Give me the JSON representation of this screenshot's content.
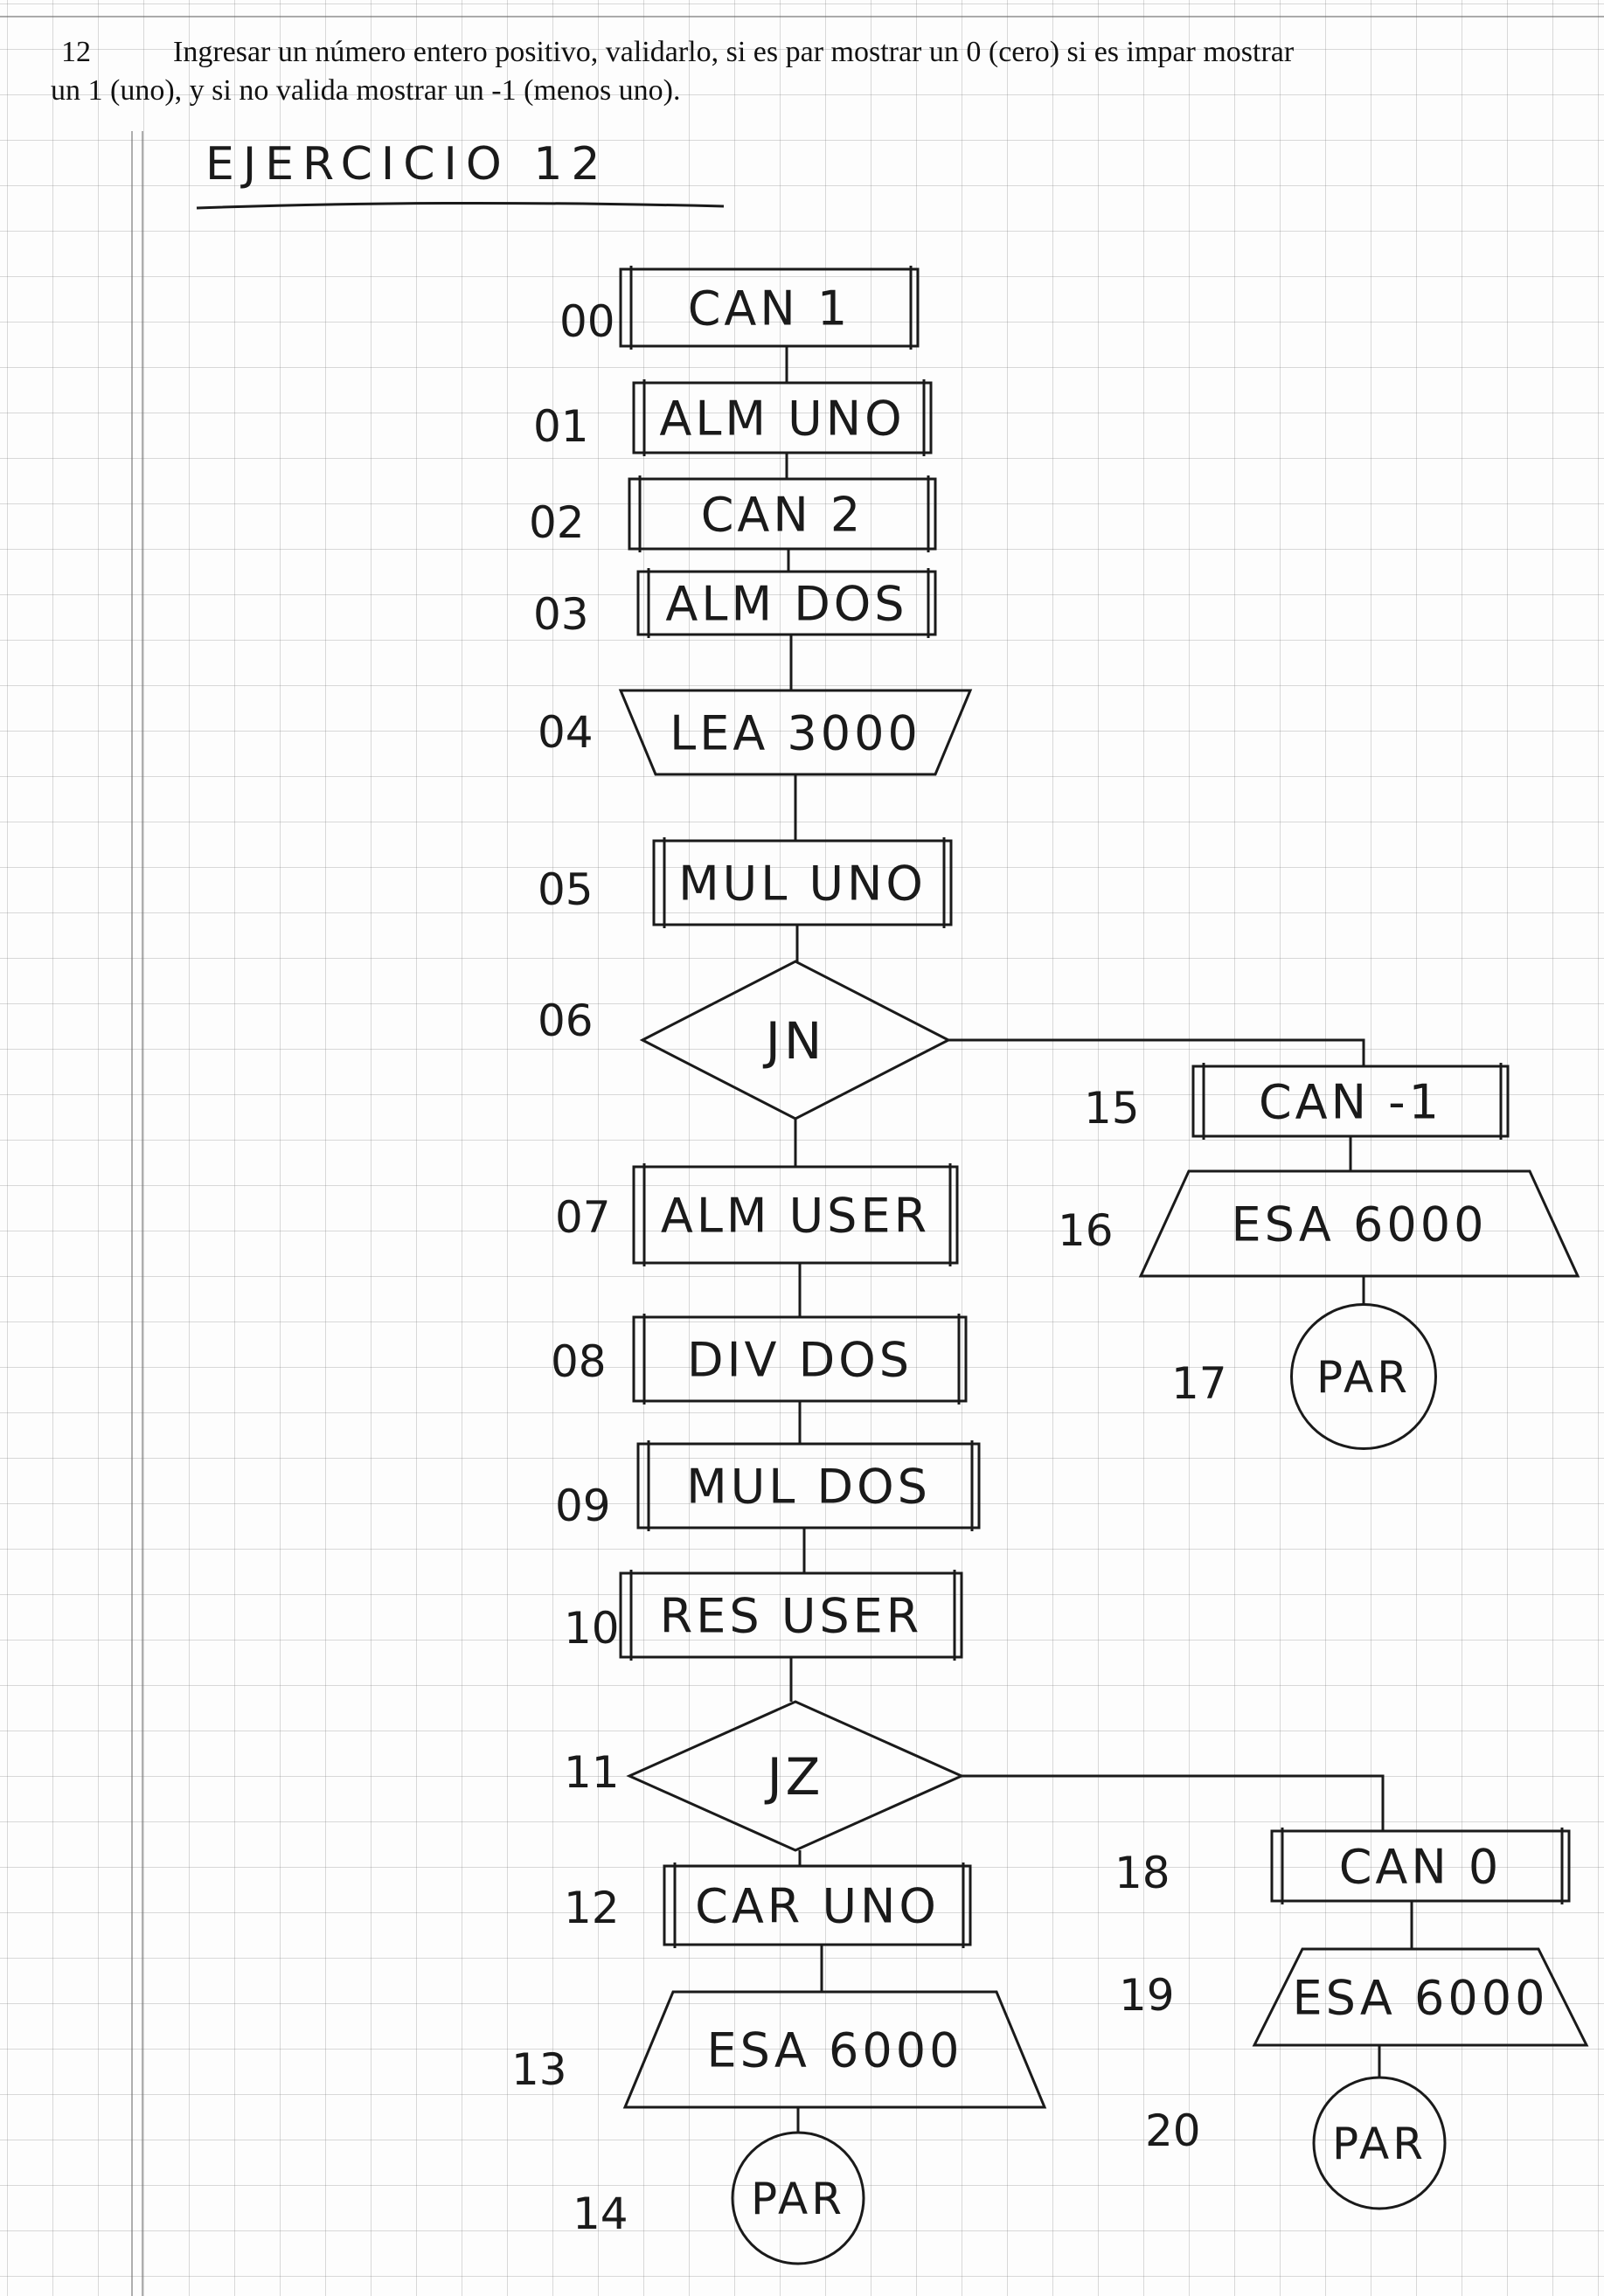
{
  "problem": {
    "number": "12",
    "line1": "Ingresar un número entero positivo, validarlo, si es par mostrar un 0 (cero) si es impar mostrar",
    "line2": "un 1 (uno), y si no valida mostrar un -1 (menos uno)."
  },
  "heading": "EJERCICIO 12",
  "nodes": [
    {
      "id": "n00",
      "num": "00",
      "text": "CAN 1",
      "shape": "process"
    },
    {
      "id": "n01",
      "num": "01",
      "text": "ALM UNO",
      "shape": "process"
    },
    {
      "id": "n02",
      "num": "02",
      "text": "CAN 2",
      "shape": "process"
    },
    {
      "id": "n03",
      "num": "03",
      "text": "ALM DOS",
      "shape": "process"
    },
    {
      "id": "n04",
      "num": "04",
      "text": "LEA 3000",
      "shape": "input"
    },
    {
      "id": "n05",
      "num": "05",
      "text": "MUL UNO",
      "shape": "process"
    },
    {
      "id": "n06",
      "num": "06",
      "text": "JN",
      "shape": "decision"
    },
    {
      "id": "n07",
      "num": "07",
      "text": "ALM USER",
      "shape": "process"
    },
    {
      "id": "n08",
      "num": "08",
      "text": "DIV DOS",
      "shape": "process"
    },
    {
      "id": "n09",
      "num": "09",
      "text": "MUL DOS",
      "shape": "process"
    },
    {
      "id": "n10",
      "num": "10",
      "text": "RES USER",
      "shape": "process"
    },
    {
      "id": "n11",
      "num": "11",
      "text": "JZ",
      "shape": "decision"
    },
    {
      "id": "n12",
      "num": "12",
      "text": "CAR UNO",
      "shape": "process"
    },
    {
      "id": "n13",
      "num": "13",
      "text": "ESA 6000",
      "shape": "output"
    },
    {
      "id": "n14",
      "num": "14",
      "text": "PAR",
      "shape": "terminal"
    },
    {
      "id": "n15",
      "num": "15",
      "text": "CAN -1",
      "shape": "process"
    },
    {
      "id": "n16",
      "num": "16",
      "text": "ESA 6000",
      "shape": "output"
    },
    {
      "id": "n17",
      "num": "17",
      "text": "PAR",
      "shape": "terminal"
    },
    {
      "id": "n18",
      "num": "18",
      "text": "CAN 0",
      "shape": "process"
    },
    {
      "id": "n19",
      "num": "19",
      "text": "ESA 6000",
      "shape": "output"
    },
    {
      "id": "n20",
      "num": "20",
      "text": "PAR",
      "shape": "terminal"
    }
  ],
  "colors": {
    "ink": "#1a1a1a",
    "grid": "#888888",
    "print": "#111111"
  }
}
